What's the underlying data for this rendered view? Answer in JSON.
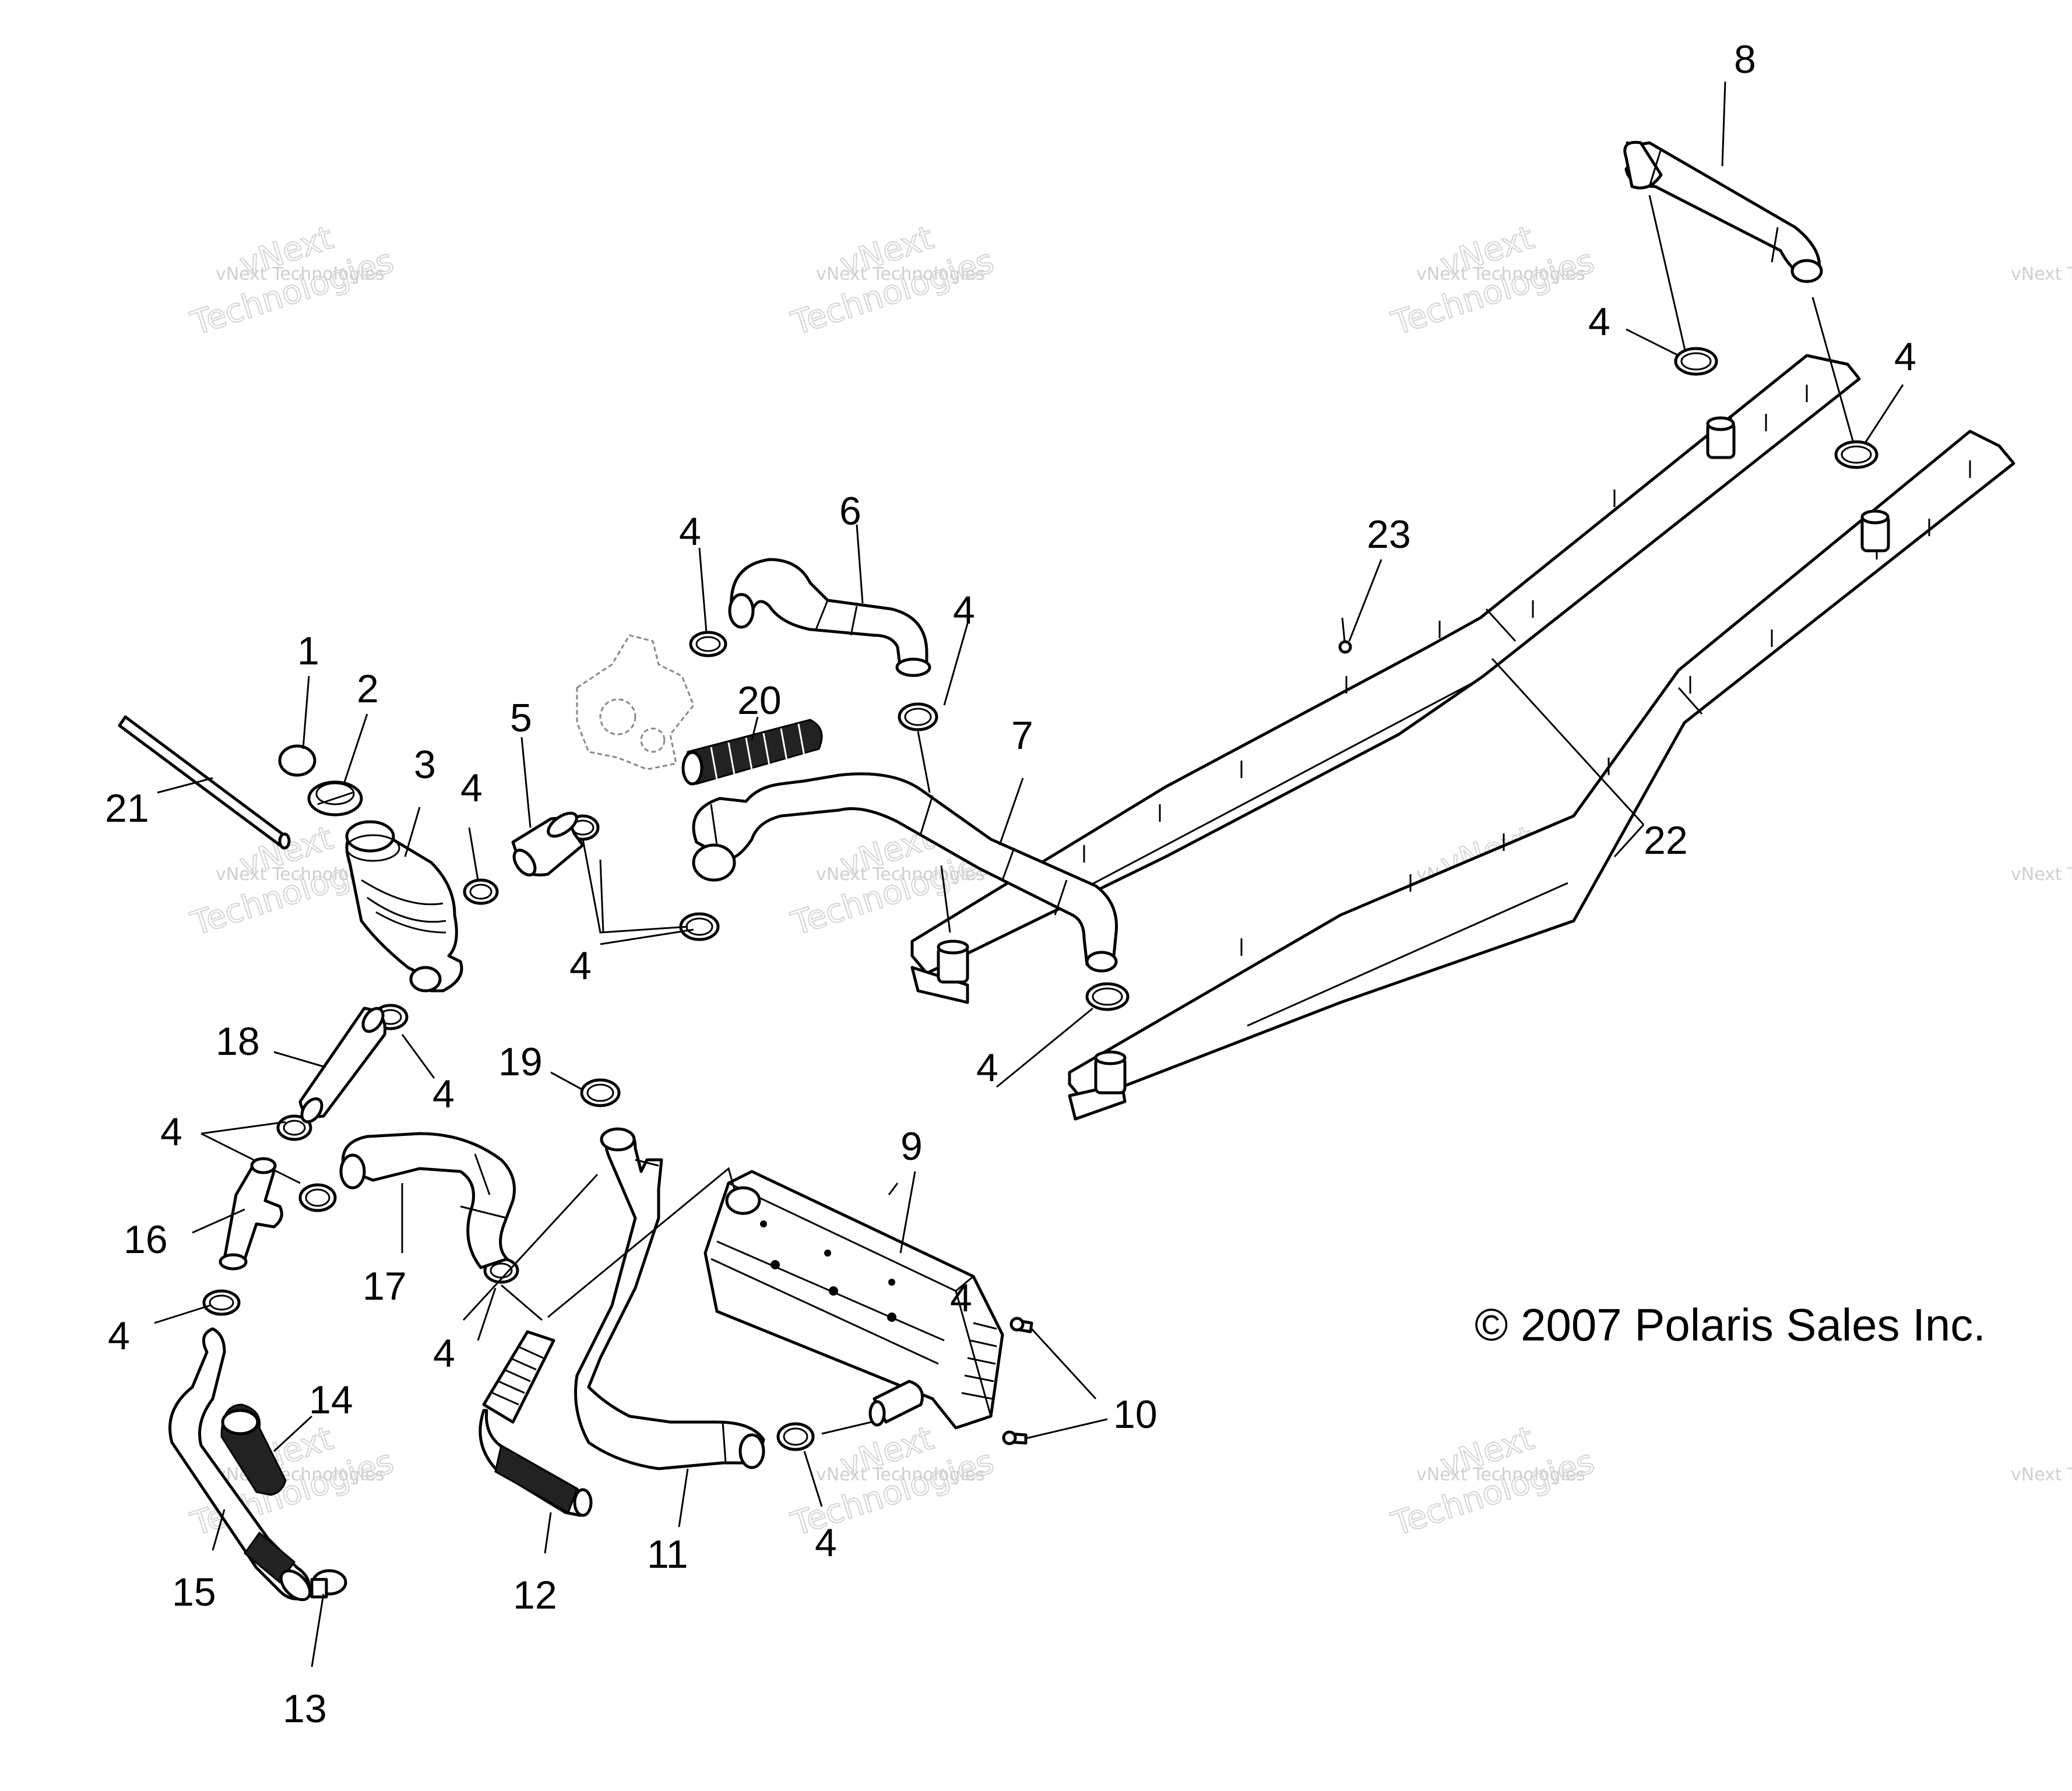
{
  "copyright": "© 2007 Polaris Sales Inc.",
  "watermark": {
    "small_text": "vNext Technologies",
    "big_text_line1": "vNext",
    "big_text_line2": "Technologies"
  },
  "callouts": [
    {
      "id": "c1",
      "label": "1"
    },
    {
      "id": "c2",
      "label": "2"
    },
    {
      "id": "c3",
      "label": "3"
    },
    {
      "id": "c4a",
      "label": "4"
    },
    {
      "id": "c4b",
      "label": "4"
    },
    {
      "id": "c4c",
      "label": "4"
    },
    {
      "id": "c4d",
      "label": "4"
    },
    {
      "id": "c4e",
      "label": "4"
    },
    {
      "id": "c4f",
      "label": "4"
    },
    {
      "id": "c4g",
      "label": "4"
    },
    {
      "id": "c4h",
      "label": "4"
    },
    {
      "id": "c4i",
      "label": "4"
    },
    {
      "id": "c4j",
      "label": "4"
    },
    {
      "id": "c4k",
      "label": "4"
    },
    {
      "id": "c4l",
      "label": "4"
    },
    {
      "id": "c4m",
      "label": "4"
    },
    {
      "id": "c5",
      "label": "5"
    },
    {
      "id": "c6",
      "label": "6"
    },
    {
      "id": "c7",
      "label": "7"
    },
    {
      "id": "c8",
      "label": "8"
    },
    {
      "id": "c9",
      "label": "9"
    },
    {
      "id": "c10",
      "label": "10"
    },
    {
      "id": "c11",
      "label": "11"
    },
    {
      "id": "c12",
      "label": "12"
    },
    {
      "id": "c13",
      "label": "13"
    },
    {
      "id": "c14",
      "label": "14"
    },
    {
      "id": "c15",
      "label": "15"
    },
    {
      "id": "c16",
      "label": "16"
    },
    {
      "id": "c17",
      "label": "17"
    },
    {
      "id": "c18",
      "label": "18"
    },
    {
      "id": "c19",
      "label": "19"
    },
    {
      "id": "c20",
      "label": "20"
    },
    {
      "id": "c21",
      "label": "21"
    },
    {
      "id": "c22",
      "label": "22"
    },
    {
      "id": "c23",
      "label": "23"
    }
  ]
}
